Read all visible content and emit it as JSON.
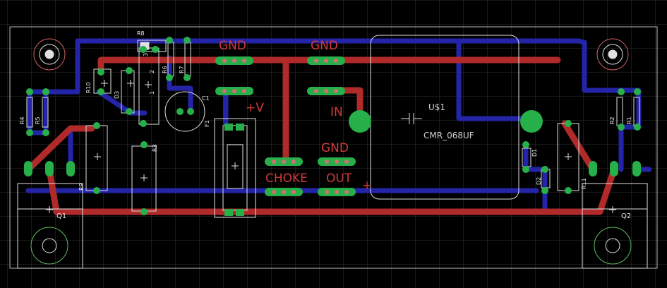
{
  "board": {
    "net_labels": {
      "gnd": "GND",
      "plus_v": "+V",
      "in": "IN",
      "choke": "CHOKE",
      "out": "OUT",
      "plus": "+"
    },
    "parts": {
      "r8": "R8",
      "r10": "R10",
      "d3": "D3",
      "r3": "R3",
      "r4": "R4",
      "r5": "R5",
      "r6": "R6",
      "r7": "R7",
      "r1": "R1",
      "r2": "R2",
      "c1": "C1",
      "f1": "F1",
      "u1": "U$1",
      "u1_value": "CMR_068UF",
      "d1": "D1",
      "d2": "D2",
      "q1": "Q1",
      "q2": "Q2",
      "r9": "R9",
      "r11": "R11",
      "pin1": "1",
      "pin2": "2",
      "pin3": "3"
    },
    "colors": {
      "background": "#000000",
      "grid": "#2f2f2f",
      "top_copper": "#b02a2a",
      "bottom_copper": "#2424a8",
      "pad": "#27b04a",
      "silkscreen": "#e0e0e0",
      "net_label": "#d03b3b"
    }
  }
}
